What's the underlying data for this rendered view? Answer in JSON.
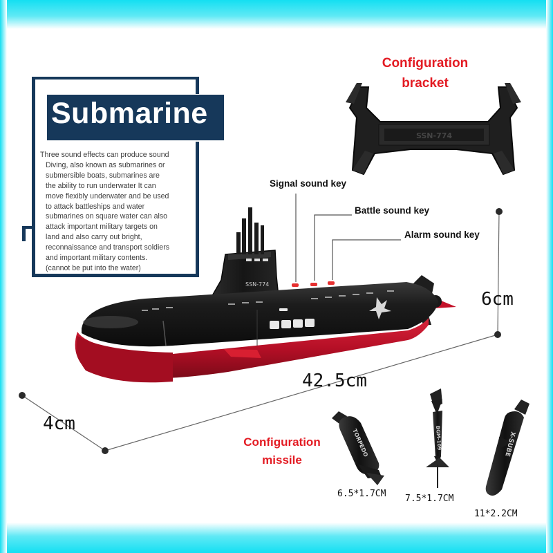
{
  "title": "Submarine",
  "description_lines": [
    "Three sound effects can produce sound",
    "Diving, also known as submarines or",
    "submersible boats, submarines are",
    "the ability to run underwater It can",
    "move flexibly underwater and be used",
    "to attack battleships and water",
    "submarines on square water can also",
    "attack important military targets on",
    "land and also carry out bright,",
    "reconnaissance and transport soldiers",
    "and important military contents.",
    "(cannot be put into the water)"
  ],
  "bracket_label": [
    "Configuration",
    "bracket"
  ],
  "missile_label": [
    "Configuration",
    "missile"
  ],
  "keys": {
    "signal": "Signal sound key",
    "battle": "Battle sound key",
    "alarm": "Alarm sound key"
  },
  "dimensions": {
    "length": "42.5cm",
    "height": "6cm",
    "width": "4cm"
  },
  "missile_sizes": [
    "6.5*1.7CM",
    "7.5*1.7CM",
    "11*2.2CM"
  ],
  "hull_code": "SSN-774",
  "bracket_text": "SSN-774",
  "missile_texts": [
    "TORPEDO",
    "BGM-109",
    "X-SUBE"
  ],
  "colors": {
    "accent_red": "#e31b23",
    "title_bg": "#16385a",
    "frame_cyan": "#14dff2",
    "hull_black": "#151515",
    "hull_red": "#c4122a"
  }
}
